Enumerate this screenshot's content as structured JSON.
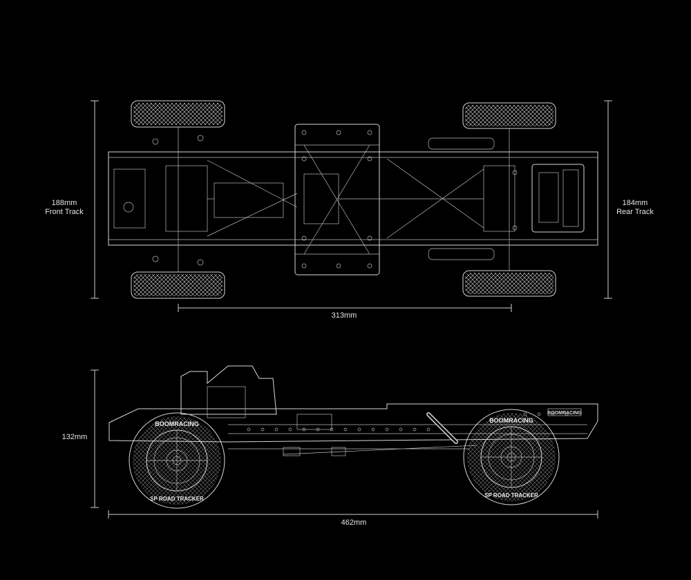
{
  "top_view": {
    "front_track": {
      "value": "188mm",
      "caption": "Front Track"
    },
    "rear_track": {
      "value": "184mm",
      "caption": "Rear Track"
    },
    "wheelbase": "313mm"
  },
  "side_view": {
    "height": "132mm",
    "length": "462mm",
    "brand_mark": "BOOMRACING",
    "tire_text_upper": "BOOMRACING",
    "tire_text_lower": "SP ROAD TRACKER"
  },
  "colors": {
    "background": "#000000",
    "linework": "#d9d9d9"
  }
}
